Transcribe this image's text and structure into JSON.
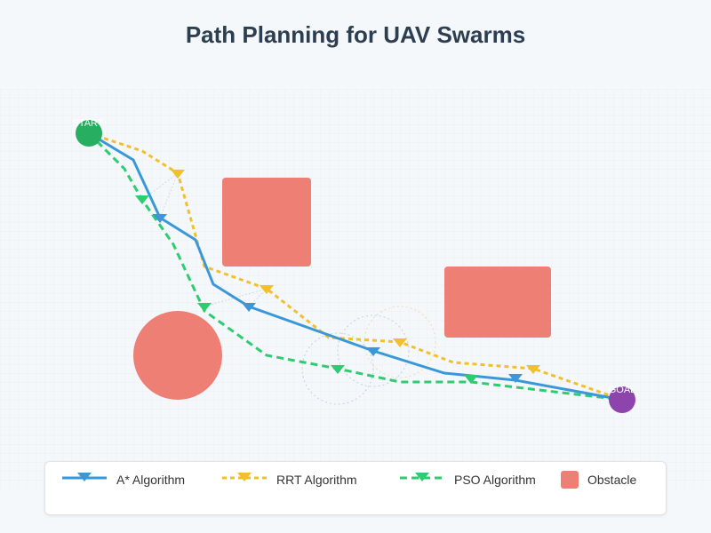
{
  "title": "Path Planning for UAV Swarms",
  "start_label": "START",
  "goal_label": "GOAL",
  "colors": {
    "a_star": "#3a98d8",
    "rrt": "#f2c02b",
    "pso": "#2ecc71",
    "obstacle": "#ed7f74",
    "start": "#27ae60",
    "goal": "#8e44ad",
    "title": "#2c3e50",
    "background": "#f5f8fb"
  },
  "legend": {
    "a_star": "A* Algorithm",
    "rrt": "RRT Algorithm",
    "pso": "PSO Algorithm",
    "obstacle": "Obstacle"
  }
}
